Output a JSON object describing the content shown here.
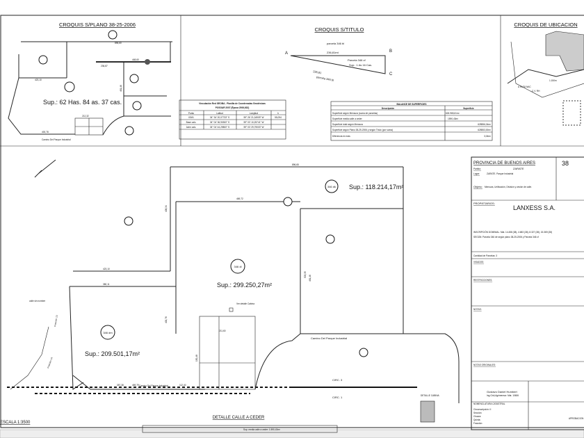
{
  "croquis_plano": {
    "title": "CROQUIS S/PLANO 38-25-2006",
    "sup": "Sup.: 62 Has. 84 as. 37 cas.",
    "road": "Camino Del Parque Industrial",
    "dims": [
      "896,60",
      "423,10",
      "400,78",
      "212,32",
      "448,60",
      "236,87",
      "461,46"
    ]
  },
  "croquis_titulo": {
    "title": "CROQUIS S/TITULO",
    "label_a": "A",
    "label_b": "B",
    "label_c": "C",
    "parcela_top": "parcela 346 bl",
    "dim_top": "236,81mt",
    "parcela_c": "Parcela 346 cf",
    "sup": "Sup.: 1 As 16 Cas.",
    "dim_bottom": "236,81",
    "parcela_bottom": "parcela 346 bl"
  },
  "croquis_ubicacion": {
    "title": "CROQUIS DE UBICACION",
    "road": "A RUTA NAC",
    "dim": "1.150m",
    "cv": "C.V. RH"
  },
  "geoba": {
    "title": "Vinculación Red GEOBA - Planilla de Coordenadas Geodésicas",
    "subtitle": "POSGAR 2007 (Época 2006,632)",
    "headers": [
      "Punto",
      "Latitud",
      "Longitud",
      "h"
    ],
    "rows": [
      [
        "IGM1",
        "34° 34' 20,07733\" S",
        "59° 26' 21,34909\" W",
        "55,094"
      ],
      [
        "Base calc.",
        "34° 04' 36,90300\" S",
        "59° 03' 10,25741\" W",
        ""
      ],
      [
        "Azim calc.",
        "34° 04' 44,29800\" S",
        "59° 03' 29,79003\" W",
        ""
      ]
    ]
  },
  "balance": {
    "title": "BALANCE DE SUPERFICIES",
    "headers": [
      "Descripción",
      "Superficie"
    ],
    "rows": [
      [
        "Superficie según Mensura (suma de parcelas)",
        "626.965,61m²"
      ],
      [
        "Superficie media calle a ceder",
        "1590,43m²"
      ],
      [
        "Superficie total según Mensura",
        "628556,04m²"
      ],
      [
        "Superficie según Plano 38-25-2006 y según Título (por suma)",
        "628553,00m²"
      ],
      [
        "Diferencia en más",
        "3,04m²"
      ]
    ]
  },
  "plan": {
    "parcels": [
      {
        "id": "346 dk",
        "sup": "Sup.: 118.214,17m²"
      },
      {
        "id": "346 dl",
        "sup": "Sup.: 299.250,27m²"
      },
      {
        "id": "346 dm",
        "sup": "Sup.: 209.501,17m²"
      }
    ],
    "dims": [
      "896,65",
      "469,72",
      "423,10",
      "380,11",
      "357,38",
      "112,40",
      "211,60",
      "150,48",
      "461,46",
      "503,35",
      "400,76",
      "469,79",
      "408,34"
    ],
    "road": "Camino Del Parque Industrial",
    "circ3": "CIRC. 3",
    "circ1": "CIRC. 1",
    "ver_detalle": "Ver detalle Cabina",
    "fraccion13": "Fracción 13",
    "fraccion14": "Fracción 14",
    "calle": "calle sin nombre"
  },
  "detalle": {
    "title": "DETALLE CALLE A CEDER",
    "sup": "Sup. media calle a ceder: 1.590,43m²",
    "cabina": "DETALLE CABINA"
  },
  "escala": "ESCALA 1:3500",
  "title_block": {
    "provincia": "PROVINCIA DE BUENOS AIRES",
    "partido_num": "38",
    "partido_label": "Partido:",
    "partido": "ZARATE",
    "lugar_label": "Lugar:",
    "lugar": "ZARATE. Parque Industrial",
    "objeto_label": "Objeto:",
    "objeto": "Mensura, Unificación, División y cesión de calle.",
    "propietarios_label": "PROPIETARIOS:",
    "propietario": "LANXESS S.A.",
    "inscripcion": "INSCRIPCIÓN DOMINIAL: Mat. 14.458 (38), 4.683 (38), 8.327 (38), 15.369 (38)",
    "nomenclatura": "SEGÚN: Parcela 346 de según plano 38-25-2006 y Parcela 346 cf",
    "cantidad": "Cantidad de Parcelas: 3",
    "visados_label": "VISADOS:",
    "restricciones_label": "RESTRICCIONES:",
    "notas_label": "NOTAS:",
    "notas_orig_label": "NOTAS ORIGINALES:",
    "profesional": "Gustavo Daniel Humbert",
    "profesional_sub": "Ing.Civil,Agrimensor. Mat. 10606",
    "nomenclatura_cat": "NOMENCLATURA CATASTRAL",
    "circ": "Circunscripción: II",
    "seccion": "Sección:",
    "chacra": "Chacra:",
    "quinta": "Quinta:",
    "fraccion": "Fracción:",
    "aprobacion": "APROBACION"
  }
}
